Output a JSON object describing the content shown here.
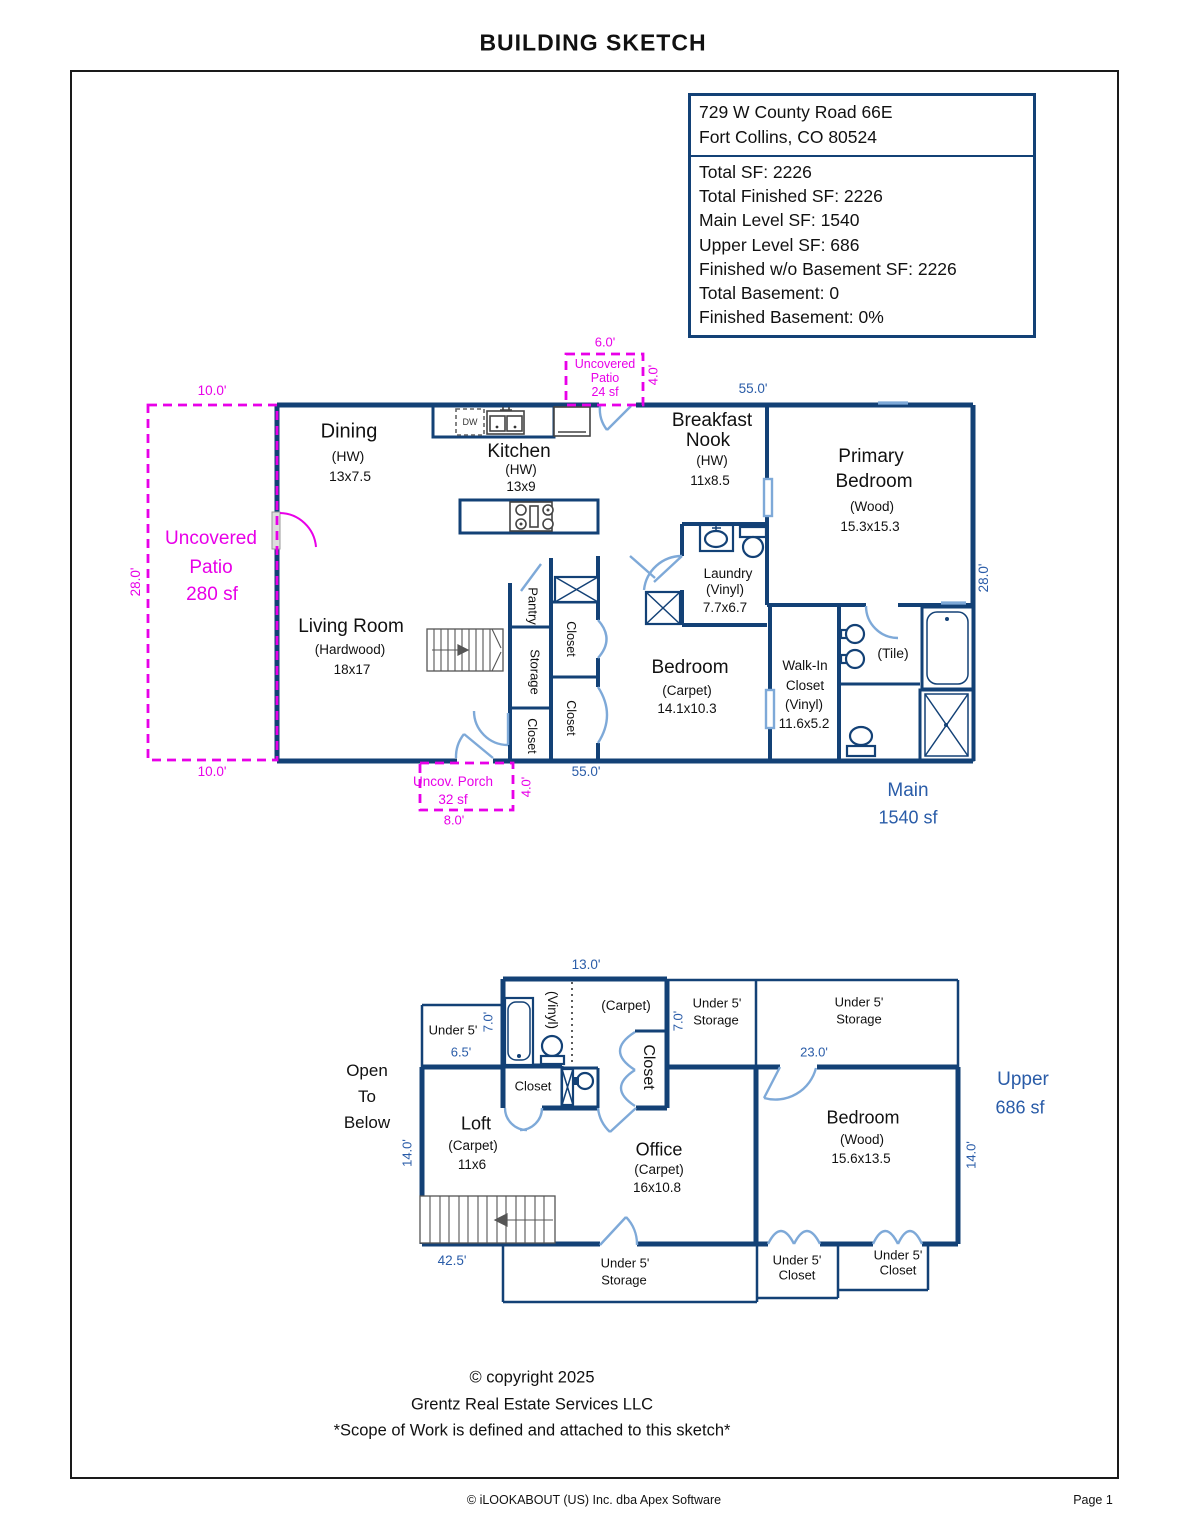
{
  "title": "BUILDING SKETCH",
  "info_box": {
    "address_line1": "729 W County Road 66E",
    "address_line2": "Fort Collins, CO 80524",
    "stats": [
      "Total SF: 2226",
      "Total Finished SF: 2226",
      "Main Level SF: 1540",
      "Upper Level SF: 686",
      "Finished w/o Basement SF: 2226",
      "Total Basement: 0",
      "Finished Basement: 0%"
    ]
  },
  "main_floor": {
    "area_name": "Main",
    "area_value": "1540 sf",
    "dims": {
      "top_width": "55.0'",
      "bottom_width": "55.0'",
      "right_height": "28.0'",
      "patio_width_top": "10.0'",
      "patio_width_bottom": "10.0'",
      "patio_height": "28.0'",
      "small_patio_width": "6.0'",
      "small_patio_height": "4.0'",
      "porch_height": "4.0'",
      "porch_width": "8.0'"
    },
    "rooms": {
      "dining": {
        "name": "Dining",
        "finish": "(HW)",
        "size": "13x7.5"
      },
      "kitchen": {
        "name": "Kitchen",
        "finish": "(HW)",
        "size": "13x9"
      },
      "breakfast_nook": {
        "line1": "Breakfast",
        "line2": "Nook",
        "finish": "(HW)",
        "size": "11x8.5"
      },
      "primary_bedroom": {
        "line1": "Primary",
        "line2": "Bedroom",
        "finish": "(Wood)",
        "size": "15.3x15.3"
      },
      "living_room": {
        "name": "Living Room",
        "finish": "(Hardwood)",
        "size": "18x17"
      },
      "laundry": {
        "name": "Laundry",
        "finish": "(Vinyl)",
        "size": "7.7x6.7"
      },
      "bedroom": {
        "name": "Bedroom",
        "finish": "(Carpet)",
        "size": "14.1x10.3"
      },
      "walk_in_closet": {
        "line1": "Walk-In",
        "line2": "Closet",
        "finish": "(Vinyl)",
        "size": "11.6x5.2"
      },
      "bath_finish": "(Tile)",
      "pantry": "Pantry",
      "storage": "Storage",
      "closet_a": "Closet",
      "closet_b": "Closet",
      "closet_c": "Closet",
      "dw": "DW"
    },
    "outdoor": {
      "patio_line1": "Uncovered",
      "patio_line2": "Patio",
      "patio_area": "280 sf",
      "small_patio_line1": "Uncovered",
      "small_patio_line2": "Patio",
      "small_patio_area": "24 sf",
      "porch_line1": "Uncov. Porch",
      "porch_area": "32 sf"
    }
  },
  "upper_floor": {
    "area_name": "Upper",
    "area_value": "686 sf",
    "dims": {
      "top_width": "13.0'",
      "under5_left_width": "6.5'",
      "bath_height_left": "7.0'",
      "bath_height_right": "7.0'",
      "bedroom_width": "23.0'",
      "left_height": "14.0'",
      "right_height": "14.0'",
      "bottom_width": "42.5'"
    },
    "rooms": {
      "loft": {
        "name": "Loft",
        "finish": "(Carpet)",
        "size": "11x6"
      },
      "office": {
        "name": "Office",
        "finish": "(Carpet)",
        "size": "16x10.8"
      },
      "bedroom": {
        "name": "Bedroom",
        "finish": "(Wood)",
        "size": "15.6x13.5"
      },
      "bath_finish": "(Vinyl)",
      "hall_finish": "(Carpet)",
      "closet_small": "Closet",
      "closet_big": "Closet",
      "open_line1": "Open",
      "open_line2": "To",
      "open_line3": "Below",
      "under5_left": "Under 5'",
      "under5_storage_mid_l1": "Under 5'",
      "under5_storage_mid_l2": "Storage",
      "under5_storage_right_l1": "Under 5'",
      "under5_storage_right_l2": "Storage",
      "under5_storage_bottom_l1": "Under 5'",
      "under5_storage_bottom_l2": "Storage",
      "under5_closet_1_l1": "Under 5'",
      "under5_closet_1_l2": "Closet",
      "under5_closet_2_l1": "Under 5'",
      "under5_closet_2_l2": "Closet"
    }
  },
  "footer": {
    "copyright": "© copyright 2025",
    "company": "Grentz Real Estate Services LLC",
    "scope": "*Scope of Work is defined and attached to this sketch*",
    "brand": "© iLOOKABOUT (US) Inc. dba Apex Software",
    "page": "Page 1"
  },
  "colors": {
    "wall": "#134176",
    "dimension_text": "#2a5ca8",
    "outdoor_dashed": "#e800e8",
    "door_arc": "#7ea9d8"
  }
}
